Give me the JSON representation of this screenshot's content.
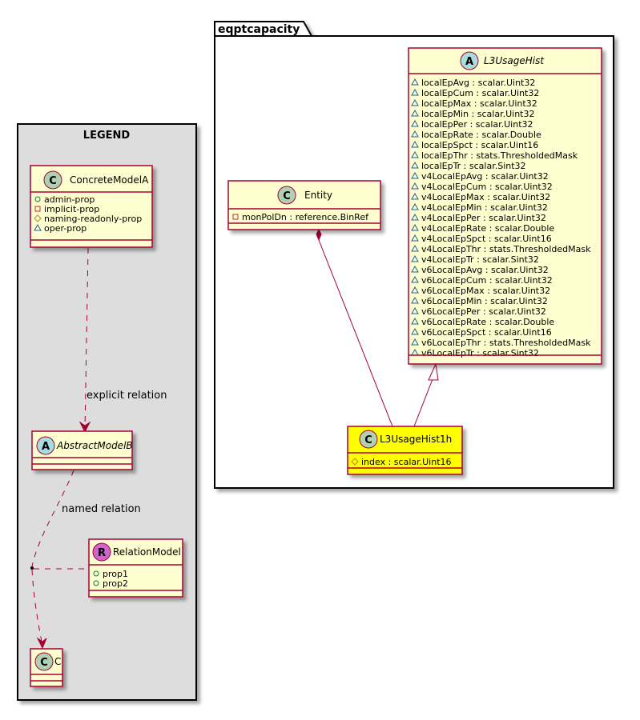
{
  "package": {
    "name": "eqptcapacity"
  },
  "legend": {
    "title": "LEGEND"
  },
  "classes": {
    "l3UsageHist": {
      "stereo": "A",
      "name": "L3UsageHist",
      "attributes": [
        "localEpAvg : scalar.Uint32",
        "localEpCum : scalar.Uint32",
        "localEpMax : scalar.Uint32",
        "localEpMin : scalar.Uint32",
        "localEpPer : scalar.Uint32",
        "localEpRate : scalar.Double",
        "localEpSpct : scalar.Uint16",
        "localEpThr : stats.ThresholdedMask",
        "localEpTr : scalar.Sint32",
        "v4LocalEpAvg : scalar.Uint32",
        "v4LocalEpCum : scalar.Uint32",
        "v4LocalEpMax : scalar.Uint32",
        "v4LocalEpMin : scalar.Uint32",
        "v4LocalEpPer : scalar.Uint32",
        "v4LocalEpRate : scalar.Double",
        "v4LocalEpSpct : scalar.Uint16",
        "v4LocalEpThr : stats.ThresholdedMask",
        "v4LocalEpTr : scalar.Sint32",
        "v6LocalEpAvg : scalar.Uint32",
        "v6LocalEpCum : scalar.Uint32",
        "v6LocalEpMax : scalar.Uint32",
        "v6LocalEpMin : scalar.Uint32",
        "v6LocalEpPer : scalar.Uint32",
        "v6LocalEpRate : scalar.Double",
        "v6LocalEpSpct : scalar.Uint16",
        "v6LocalEpThr : stats.ThresholdedMask",
        "v6LocalEpTr : scalar.Sint32"
      ]
    },
    "entity": {
      "stereo": "C",
      "name": "Entity",
      "attributes": [
        "monPolDn : reference.BinRef"
      ]
    },
    "l3UsageHist1h": {
      "stereo": "C",
      "name": "L3UsageHist1h",
      "attributes": [
        "index : scalar.Uint16"
      ]
    },
    "concreteModelA": {
      "stereo": "C",
      "name": "ConcreteModelA",
      "attributes": [
        "admin-prop",
        "implicit-prop",
        "naming-readonly-prop",
        "oper-prop"
      ]
    },
    "abstractModelB": {
      "stereo": "A",
      "name": "AbstractModelB"
    },
    "relationModel": {
      "stereo": "R",
      "name": "RelationModel",
      "attributes": [
        "prop1",
        "prop2"
      ]
    },
    "c": {
      "stereo": "C",
      "name": "C"
    }
  },
  "relations": {
    "explicit": "explicit relation",
    "named": "named relation"
  },
  "colors": {
    "class_fill": "#FEFECE",
    "highlight_fill": "#FFFF00",
    "border": "#A80036",
    "legend_fill": "#DDDDDD",
    "stereo_c": "#ADD1B2",
    "stereo_a": "#A9DCDF",
    "stereo_r": "#CC66CC"
  }
}
